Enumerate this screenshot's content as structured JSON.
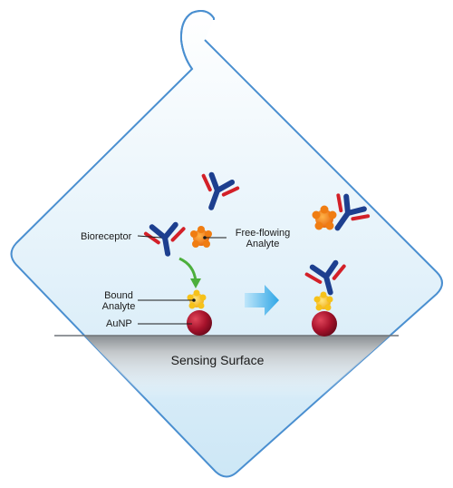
{
  "diagram": {
    "labels": {
      "bioreceptor": "Bioreceptor",
      "free_flowing_analyte_line1": "Free-flowing",
      "free_flowing_analyte_line2": "Analyte",
      "bound_analyte_line1": "Bound",
      "bound_analyte_line2": "Analyte",
      "aunp": "AuNP",
      "sensing_surface": "Sensing Surface"
    },
    "colors": {
      "outline": "#4a8fd0",
      "panel_top": "#ffffff",
      "panel_bottom": "#cfe8f7",
      "antibody_blue": "#1d3f8f",
      "antibody_red": "#d32028",
      "analyte_orange": "#f07d12",
      "bound_analyte_yellow": "#f6c21a",
      "aunp_red": "#a6122b",
      "curved_arrow_green": "#4caf3c",
      "block_arrow_blue": "#3fb1ea"
    }
  }
}
